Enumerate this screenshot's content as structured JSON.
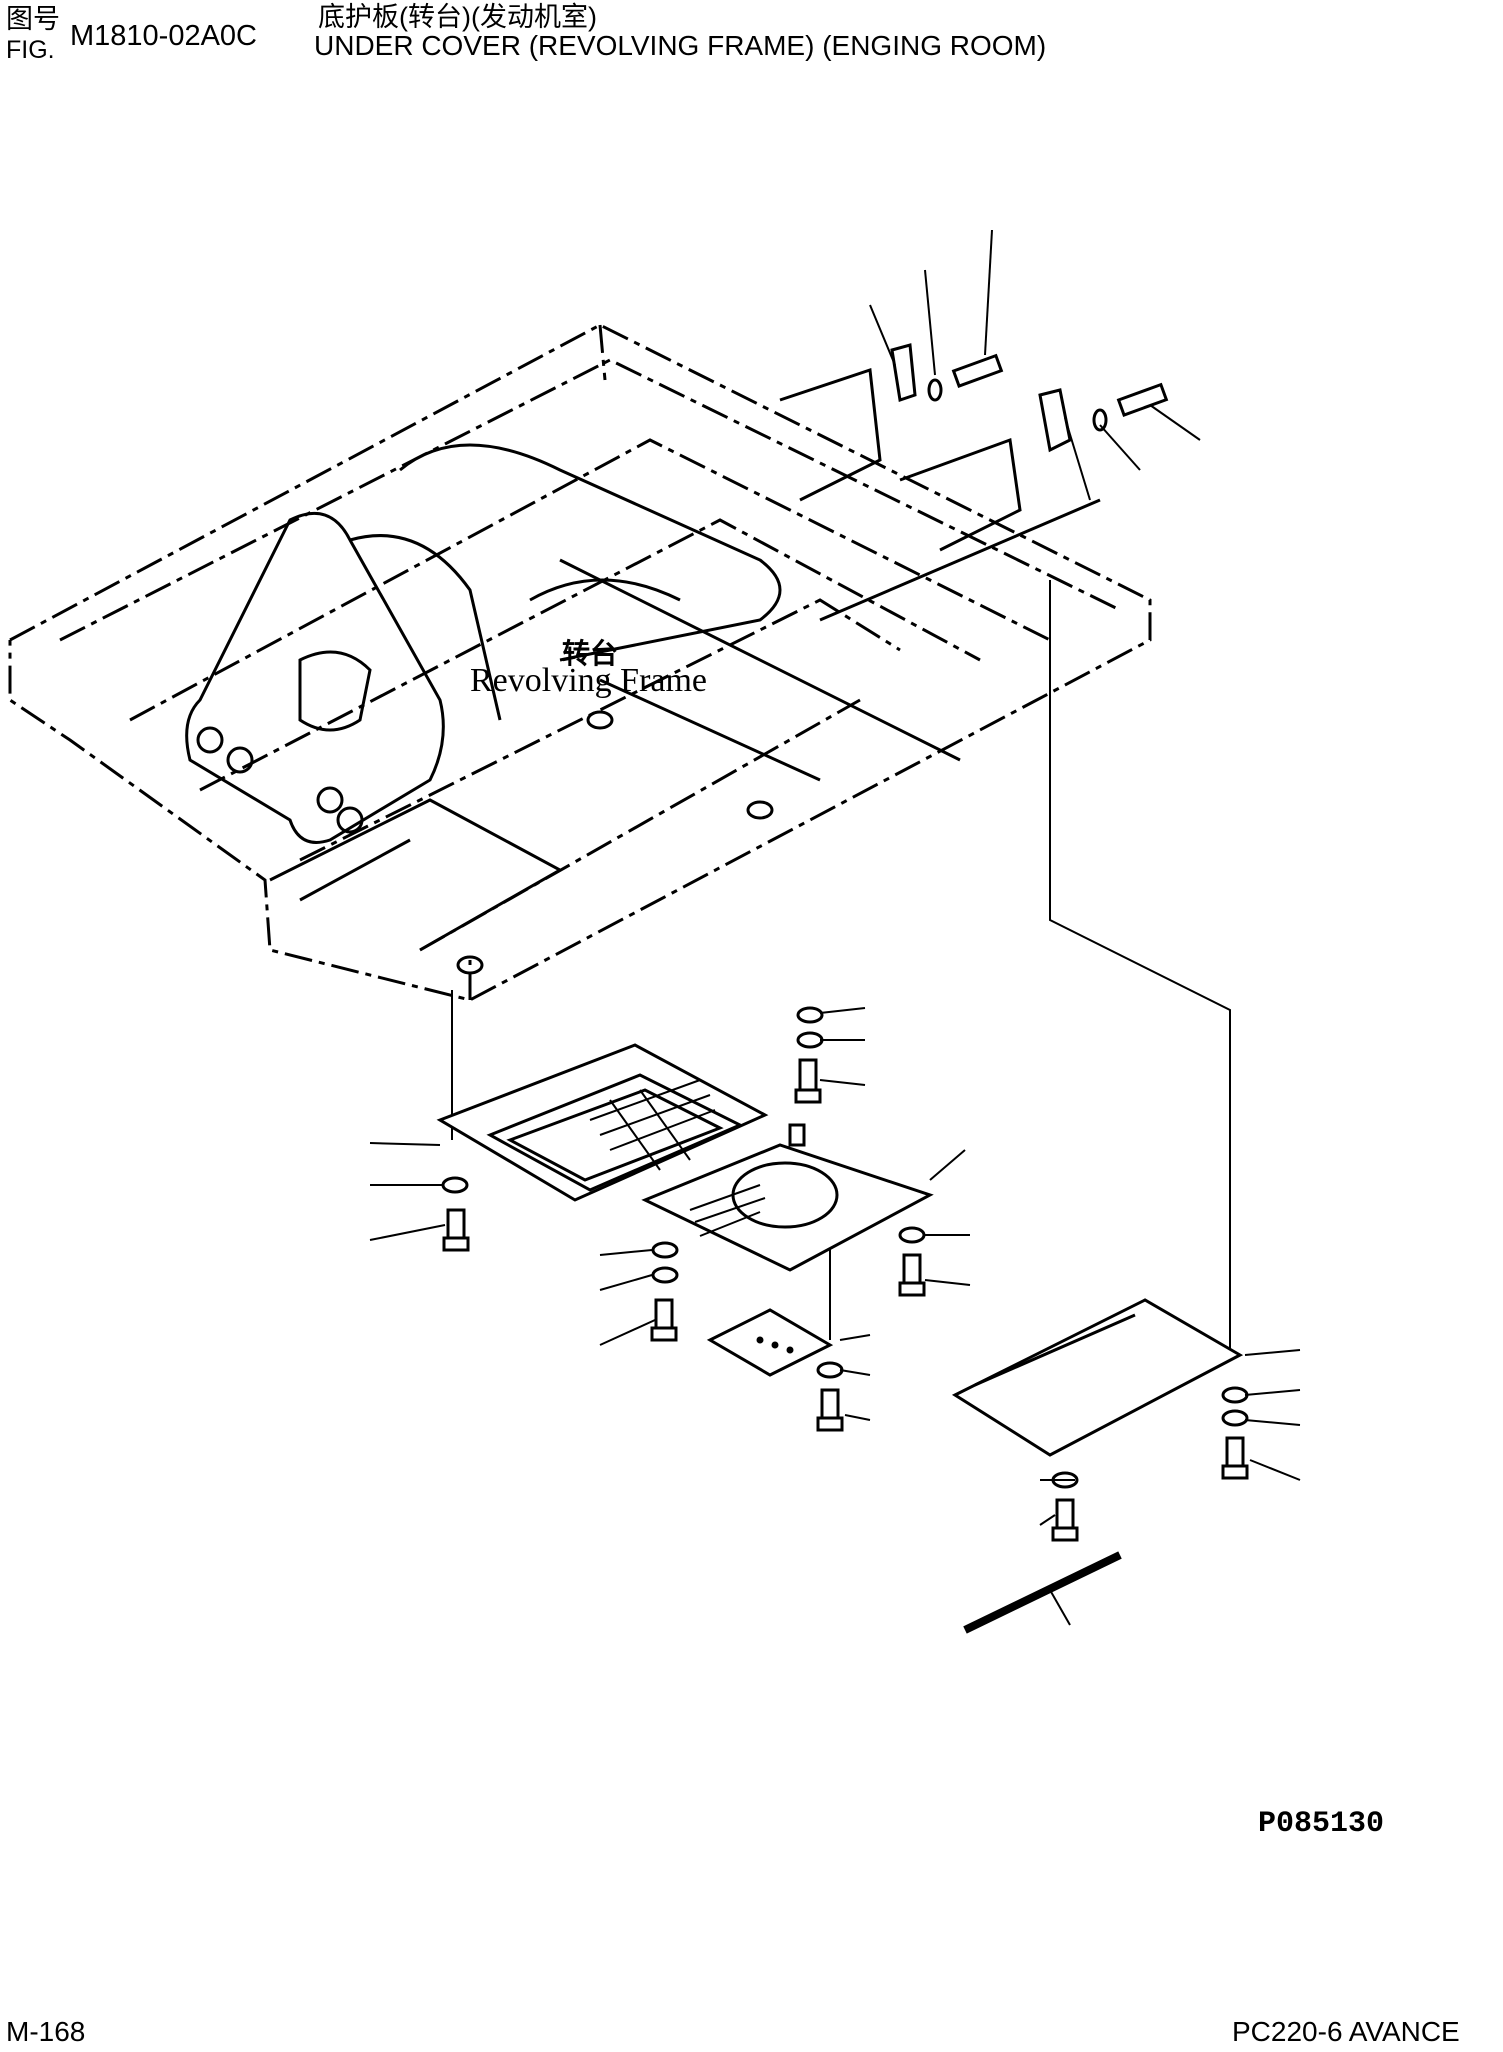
{
  "header": {
    "fig_cn": "图号",
    "fig_en": "FIG.",
    "fig_number": "M1810-02A0C",
    "title_cn": "底护板(转台)(发动机室)",
    "title_en": "UNDER COVER (REVOLVING FRAME) (ENGING ROOM)"
  },
  "diagram": {
    "label_cn": "转台",
    "label_en": "Revolving Frame",
    "drawing_code": "P085130"
  },
  "footer": {
    "page": "M-168",
    "model": "PC220-6 AVANCE"
  }
}
